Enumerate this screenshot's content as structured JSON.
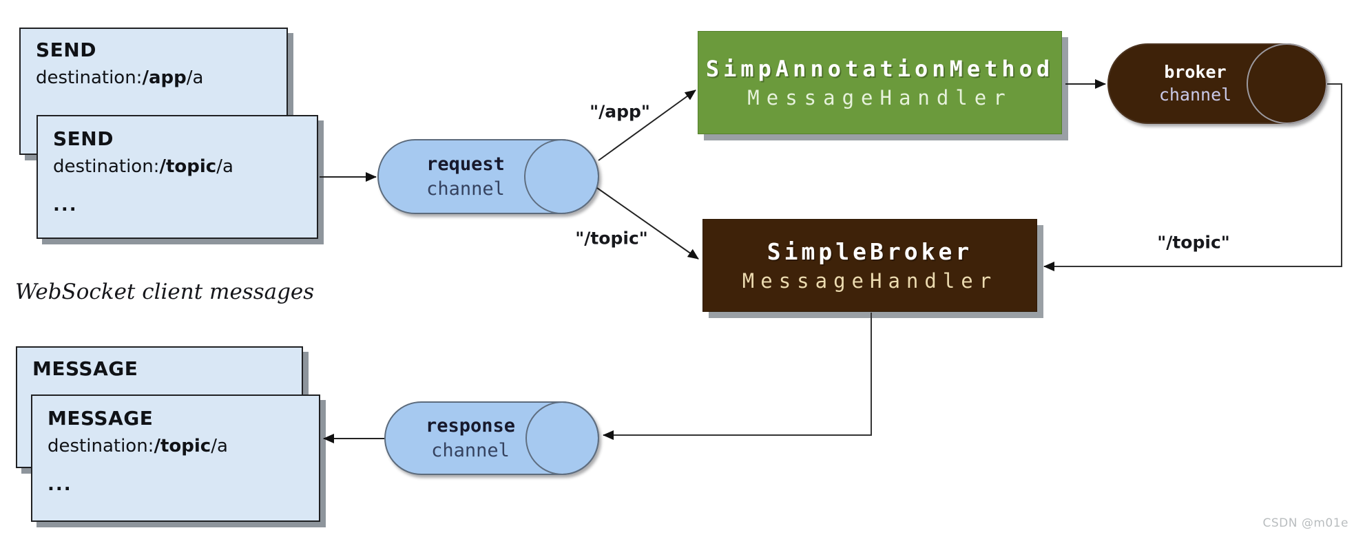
{
  "diagram": {
    "caption": "WebSocket client messages",
    "watermark": "CSDN @m01e"
  },
  "cards": {
    "send_back": {
      "title": "SEND",
      "dest_prefix": "destination:",
      "dest_bold": "/app",
      "dest_suffix": "/a"
    },
    "send_front": {
      "title": "SEND",
      "dest_prefix": "destination:",
      "dest_bold": "/topic",
      "dest_suffix": "/a",
      "ellipsis": "..."
    },
    "message_back": {
      "title": "MESSAGE"
    },
    "message_front": {
      "title": "MESSAGE",
      "dest_prefix": "destination:",
      "dest_bold": "/topic",
      "dest_suffix": "/a",
      "ellipsis": "..."
    }
  },
  "channels": {
    "request": {
      "name": "request",
      "kind": "channel"
    },
    "response": {
      "name": "response",
      "kind": "channel"
    },
    "broker": {
      "name": "broker",
      "kind": "channel"
    }
  },
  "handlers": {
    "annotation": {
      "name": "SimpAnnotationMethod",
      "kind": "MessageHandler"
    },
    "simple_broker": {
      "name": "SimpleBroker",
      "kind": "MessageHandler"
    }
  },
  "labels": {
    "app": "\"/app\"",
    "topic_to_broker": "\"/topic\"",
    "topic_from_broker": "\"/topic\""
  },
  "colors": {
    "card_fill": "#d9e7f5",
    "channel_fill": "#a6c9f0",
    "annotation_green": "#6b9a3c",
    "broker_brown": "#3e2209",
    "arrow_ink": "#222222",
    "watermark_gray": "#b9bdbf"
  }
}
